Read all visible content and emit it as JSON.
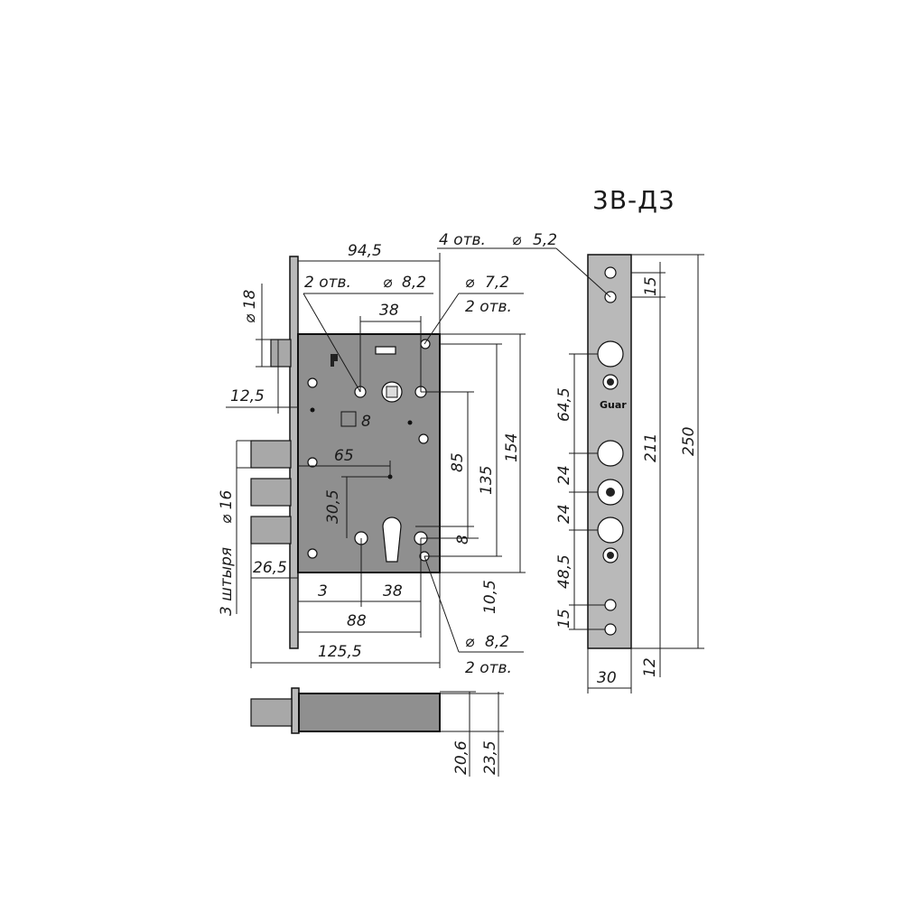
{
  "title": "3В-Д3",
  "dimensions": {
    "width_94_5": "94,5",
    "holes_8_2_top": "2 отв.",
    "dia_8_2_top": "8,2",
    "dia_7_2": "7,2",
    "holes_7_2": "2 отв.",
    "dist_38_top": "38",
    "dia_18": "18",
    "offset_12_5": "12,5",
    "square_8": "8",
    "dist_65": "65",
    "dist_85": "85",
    "dist_135": "135",
    "dist_154": "154",
    "dist_30_5": "30,5",
    "dist_8_mid": "8",
    "pins_label": "3 штыря",
    "dia_16": "16",
    "dist_26_5": "26,5",
    "dist_3": "3",
    "dist_38_bottom": "38",
    "dist_10_5": "10,5",
    "dist_88": "88",
    "dia_8_2_bottom": "8,2",
    "holes_8_2_bottom": "2 отв.",
    "dist_125_5": "125,5",
    "dist_20_6": "20,6",
    "dist_23_5": "23,5",
    "holes_5_2": "4 отв.",
    "dia_5_2": "5,2",
    "plate_15_top": "15",
    "plate_64_5": "64,5",
    "plate_211": "211",
    "plate_250": "250",
    "plate_24_a": "24",
    "plate_24_b": "24",
    "plate_48_5": "48,5",
    "plate_15_bottom": "15",
    "plate_30": "30",
    "plate_12": "12"
  }
}
